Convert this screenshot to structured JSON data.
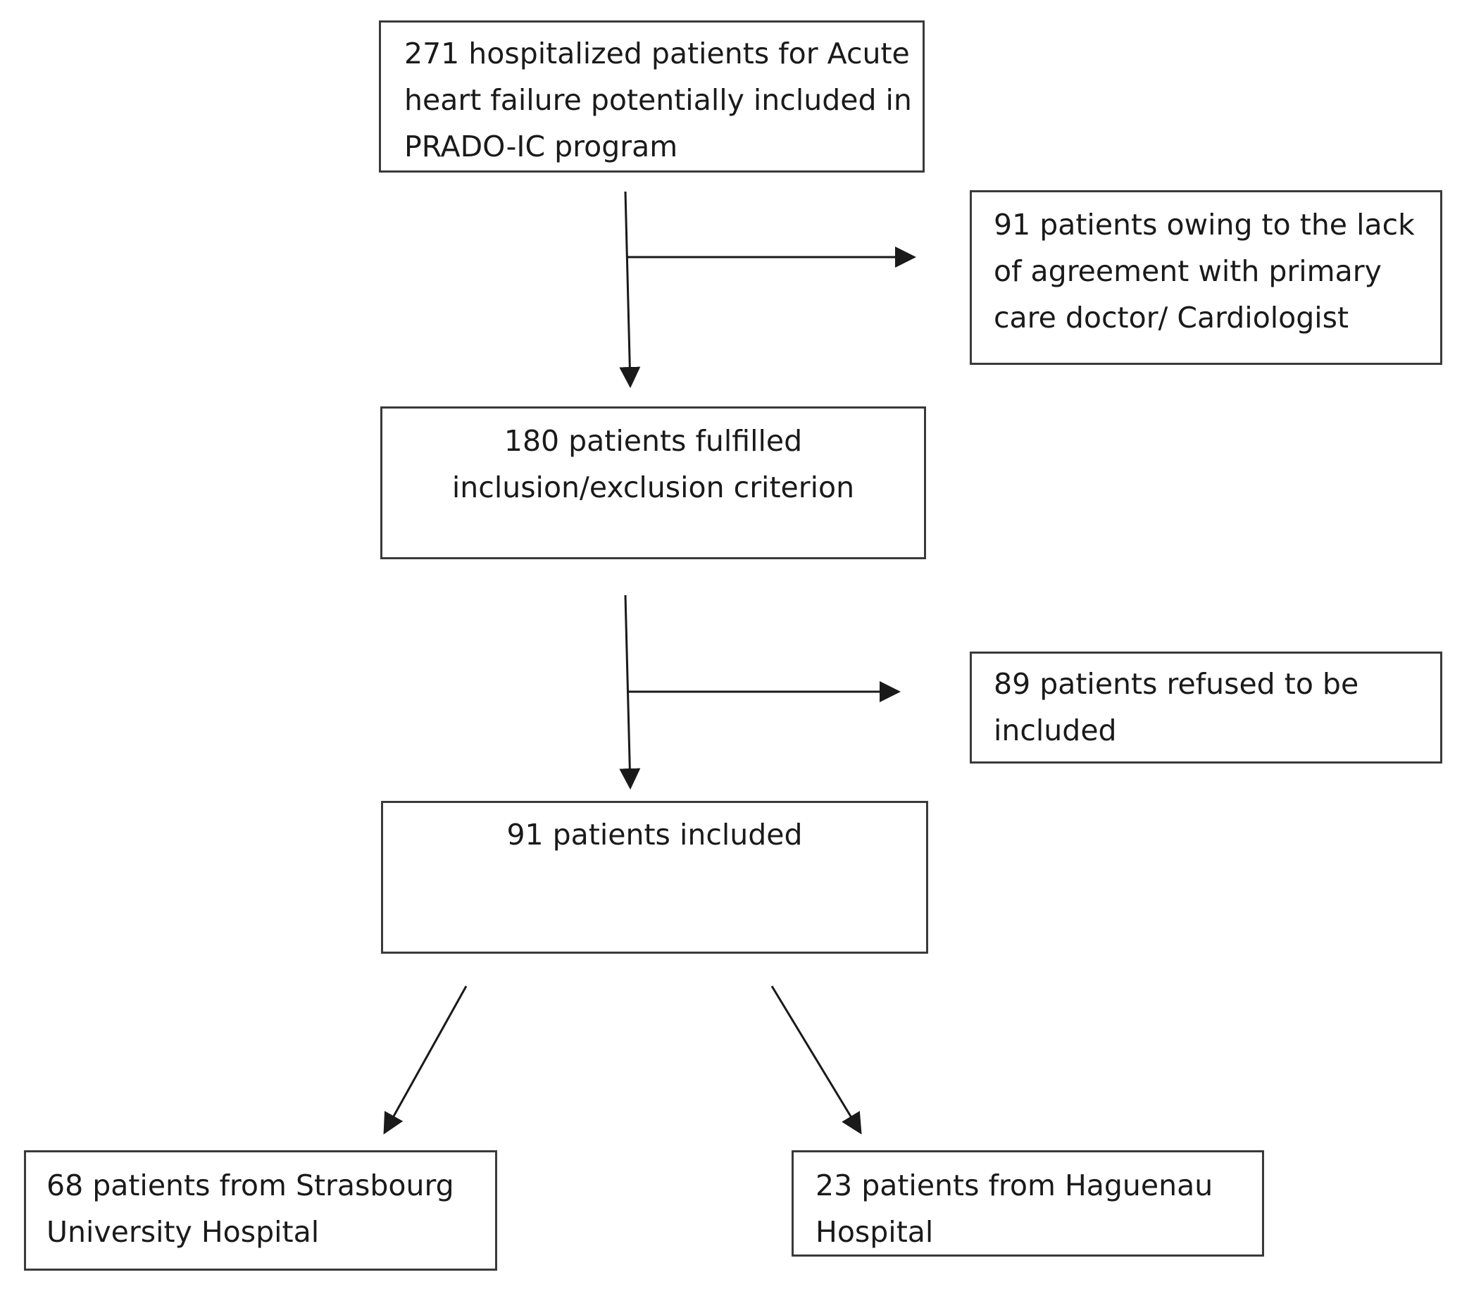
{
  "flowchart": {
    "screening": {
      "text": "271 hospitalized patients for Acute\nheart failure potentially included in\nPRADO-IC program"
    },
    "exclusion_agreement": {
      "text": "91 patients owing to the lack\nof agreement with primary\ncare doctor/ Cardiologist"
    },
    "eligible": {
      "text": "180 patients fulfilled\ninclusion/exclusion criterion"
    },
    "exclusion_refused": {
      "text": "89 patients refused to be\nincluded"
    },
    "included": {
      "text": "91 patients included"
    },
    "site_strasbourg": {
      "text": "68 patients from Strasbourg\nUniversity Hospital"
    },
    "site_haguenau": {
      "text": "23 patients from Haguenau\nHospital"
    }
  }
}
